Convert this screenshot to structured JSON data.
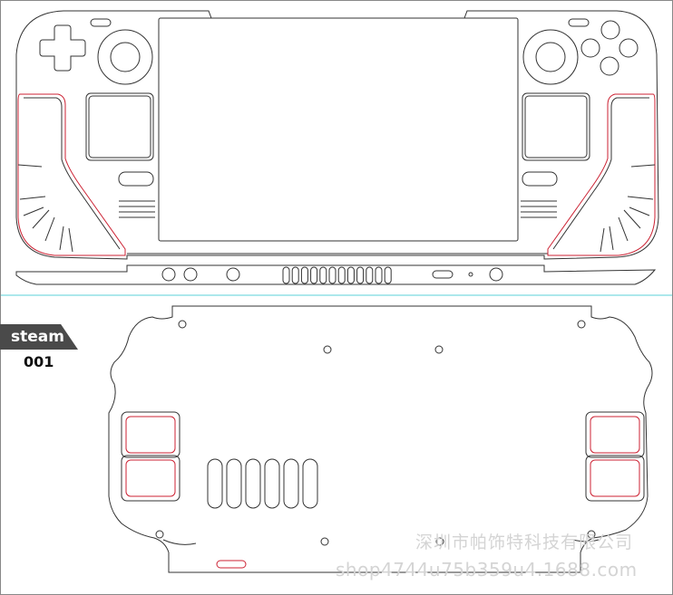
{
  "label": {
    "brand": "steam",
    "code": "001"
  },
  "watermark": {
    "company": "深圳市帕饰特科技有限公司",
    "shop": "shop4744u75b359u4.1688.com"
  },
  "colors": {
    "outline": "#333333",
    "cut_line": "#cc2233",
    "divider": "#5ad0d8",
    "tag_bg": "#4a4a4a"
  }
}
